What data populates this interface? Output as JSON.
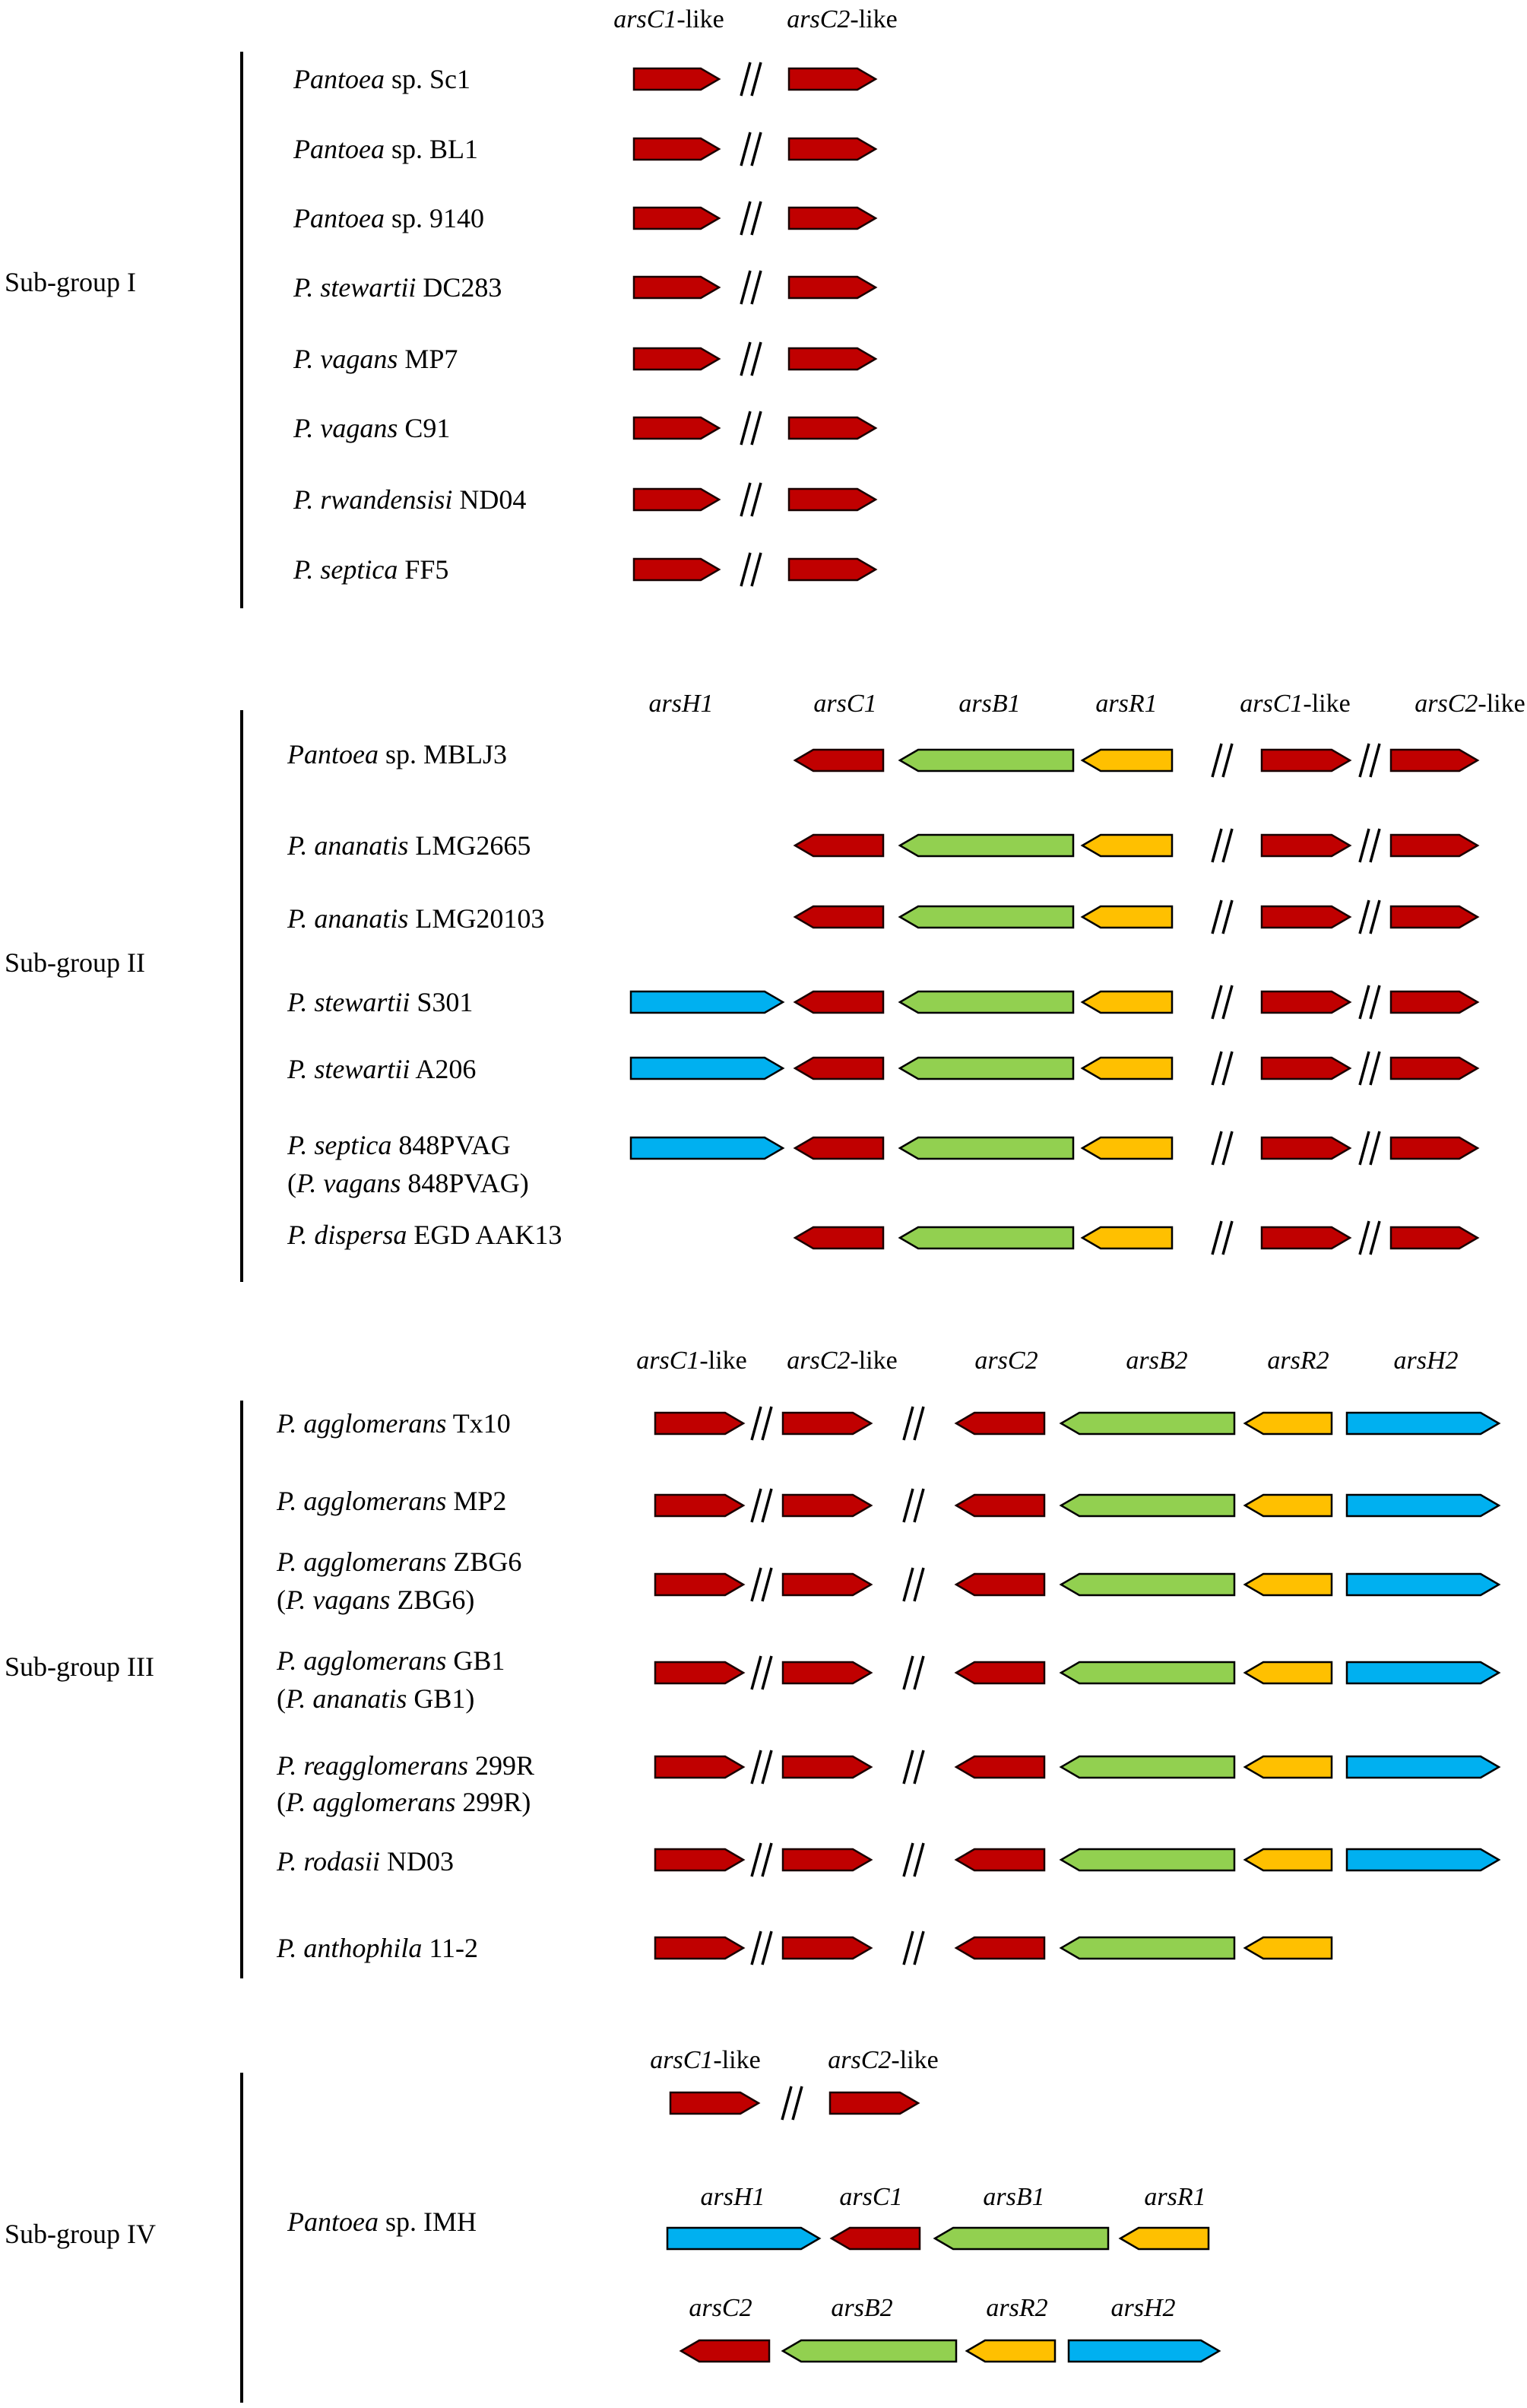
{
  "colors": {
    "arsC": "#c00000",
    "arsC_outline": "#1a0000",
    "arsB": "#92d050",
    "arsR": "#ffc000",
    "arsH": "#00b0f0",
    "stroke": "#000000"
  },
  "sub_groups": [
    {
      "label": "Sub-group I",
      "gene_labels": [
        "arsC1-like",
        "arsC2-like"
      ],
      "strains": [
        {
          "species": "Pantoea",
          "rest": "sp. Sc1"
        },
        {
          "species": "Pantoea",
          "rest": "sp. BL1"
        },
        {
          "species": "Pantoea",
          "rest": "sp. 9140"
        },
        {
          "species": "P. stewartii",
          "rest": "DC283"
        },
        {
          "species": "P. vagans",
          "rest": "MP7"
        },
        {
          "species": "P. vagans",
          "rest": "C91"
        },
        {
          "species": "P. rwandensisi",
          "rest": "ND04"
        },
        {
          "species": "P. septica",
          "rest": "FF5"
        }
      ]
    },
    {
      "label": "Sub-group II",
      "gene_labels": [
        "arsH1",
        "arsC1",
        "arsB1",
        "arsR1",
        "arsC1-like",
        "arsC2-like"
      ],
      "strains": [
        {
          "species": "Pantoea",
          "rest": "sp. MBLJ3"
        },
        {
          "species": "P. ananatis",
          "rest": "LMG2665"
        },
        {
          "species": "P. ananatis",
          "rest": "LMG20103"
        },
        {
          "species": "P. stewartii",
          "rest": "S301"
        },
        {
          "species": "P. stewartii",
          "rest": "A206"
        },
        {
          "species": "P. septica",
          "rest": "848PVAG",
          "alt_species": "P. vagans",
          "alt_rest": "848PVAG"
        },
        {
          "species": "P. dispersa",
          "rest": "EGD AAK13"
        }
      ]
    },
    {
      "label": "Sub-group III",
      "gene_labels": [
        "arsC1-like",
        "arsC2-like",
        "arsC2",
        "arsB2",
        "arsR2",
        "arsH2"
      ],
      "strains": [
        {
          "species": "P. agglomerans",
          "rest": "Tx10"
        },
        {
          "species": "P. agglomerans",
          "rest": "MP2"
        },
        {
          "species": "P. agglomerans",
          "rest": "ZBG6",
          "alt_species": "P. vagans",
          "alt_rest": "ZBG6"
        },
        {
          "species": "P. agglomerans",
          "rest": "GB1",
          "alt_species": "P. ananatis",
          "alt_rest": "GB1"
        },
        {
          "species": "P. reagglomerans",
          "rest": "299R",
          "alt_species": "P. agglomerans",
          "alt_rest": "299R"
        },
        {
          "species": "P. rodasii",
          "rest": "ND03"
        },
        {
          "species": "P. anthophila",
          "rest": "11-2"
        }
      ]
    },
    {
      "label": "Sub-group IV",
      "gene_labels": [
        "arsC1-like",
        "arsC2-like",
        "arsH1",
        "arsC1",
        "arsB1",
        "arsR1",
        "arsC2",
        "arsB2",
        "arsR2",
        "arsH2"
      ],
      "strains": [
        {
          "species": "Pantoea",
          "rest": "sp. IMH"
        }
      ]
    }
  ]
}
